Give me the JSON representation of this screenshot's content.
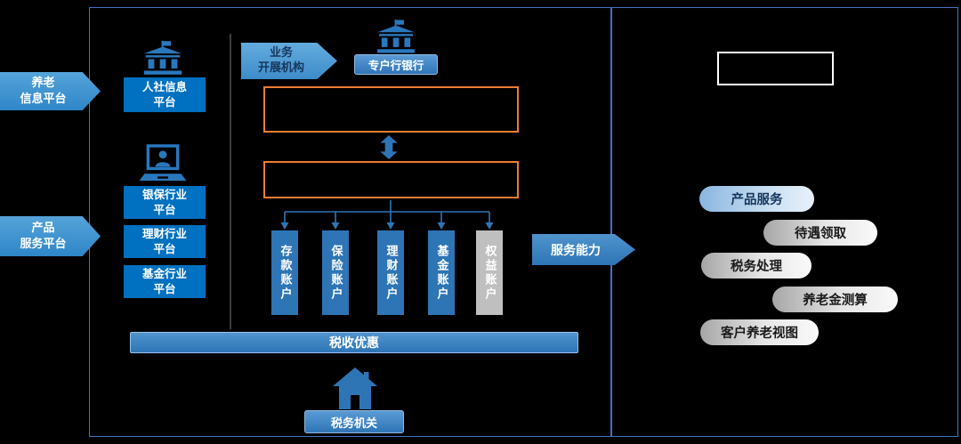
{
  "colors": {
    "blue_primary": "#2E75B6",
    "blue_bright": "#0070C0",
    "blue_light": "#5B9BD5",
    "orange_frame": "#ED7D31",
    "gray_account": "#BFBFBF",
    "panel_border": "#4472C4"
  },
  "side_tags": {
    "pension_info": {
      "line1": "养老",
      "line2": "信息平台"
    },
    "product_service": {
      "line1": "产品",
      "line2": "服务平台"
    }
  },
  "left_column": {
    "hr_info_platform": {
      "line1": "人社信息",
      "line2": "平台"
    },
    "industry_platforms": [
      {
        "line1": "银保行业",
        "line2": "平台"
      },
      {
        "line1": "理财行业",
        "line2": "平台"
      },
      {
        "line1": "基金行业",
        "line2": "平台"
      }
    ]
  },
  "center": {
    "business_org_arrow": {
      "line1": "业务",
      "line2": "开展机构"
    },
    "special_bank": "专户行银行",
    "accounts": [
      {
        "label": "存款账户"
      },
      {
        "label": "保险账户"
      },
      {
        "label": "理财账户"
      },
      {
        "label": "基金账户"
      },
      {
        "label": "权益账户"
      }
    ],
    "service_capability": "服务能力",
    "tax_benefit": "税收优惠",
    "tax_office": "税务机关"
  },
  "right_panel": {
    "capabilities": [
      {
        "label": "产品服务"
      },
      {
        "label": "待遇领取"
      },
      {
        "label": "税务处理"
      },
      {
        "label": "养老金测算"
      },
      {
        "label": "客户养老视图"
      }
    ]
  }
}
